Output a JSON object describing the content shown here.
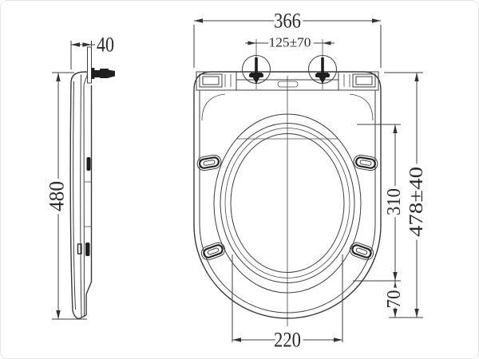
{
  "drawing": {
    "kind": "technical-dimension-drawing",
    "subject": "toilet-seat",
    "colors": {
      "line": "#3d3d3d",
      "dark_fill": "#1f1f1f",
      "text": "#2b2b2b",
      "background": "#ffffff",
      "frame_border": "#e7e7e7"
    }
  },
  "dimensions": {
    "side_view": {
      "thickness": "40",
      "length": "480"
    },
    "top_view": {
      "overall_width": "366",
      "hinge_spacing": "125±70",
      "overall_length": "478±40",
      "opening_length": "310",
      "rear_gap": "70",
      "opening_width": "220"
    }
  }
}
